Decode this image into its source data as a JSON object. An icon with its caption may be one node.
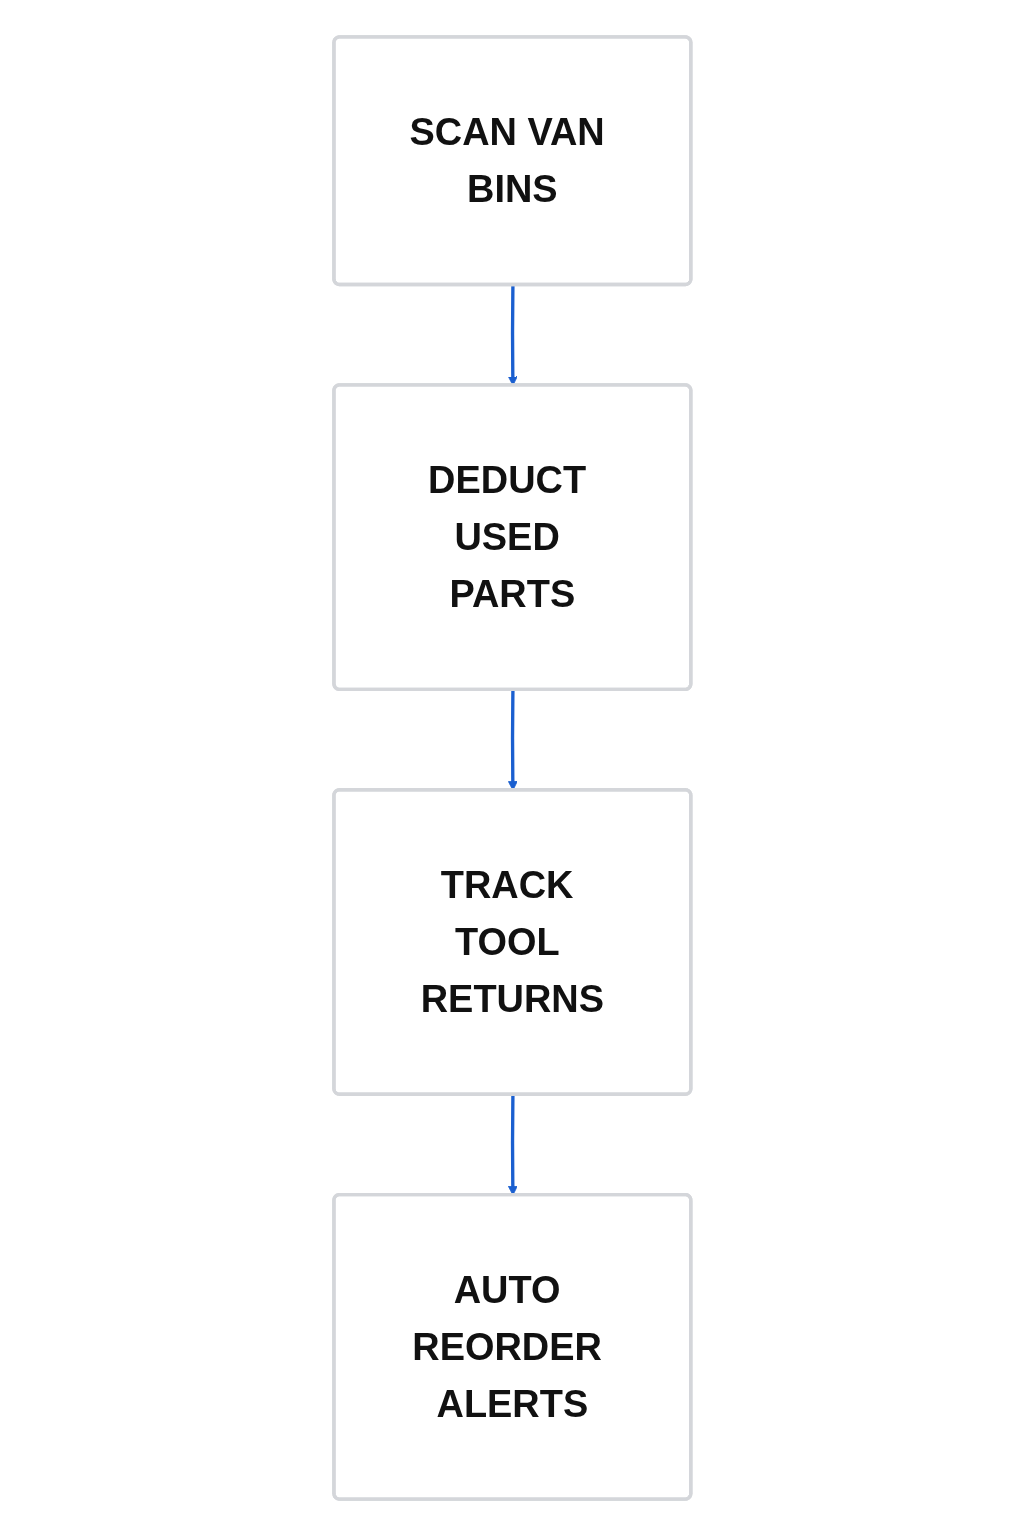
{
  "diagram": {
    "nodes": [
      {
        "text": [
          "SCAN VAN BINS"
        ]
      },
      {
        "text": [
          "DEDUCT USED PARTS"
        ]
      },
      {
        "text": [
          "TRACK TOOL RETURNS"
        ]
      },
      {
        "text": [
          "AUTO REORDER ALERTS"
        ]
      }
    ],
    "edges": [
      {
        "from": 0,
        "to": 1,
        "arrow": "to"
      },
      {
        "from": 1,
        "to": 2,
        "arrow": "to"
      },
      {
        "from": 2,
        "to": 3,
        "arrow": "to"
      }
    ]
  }
}
